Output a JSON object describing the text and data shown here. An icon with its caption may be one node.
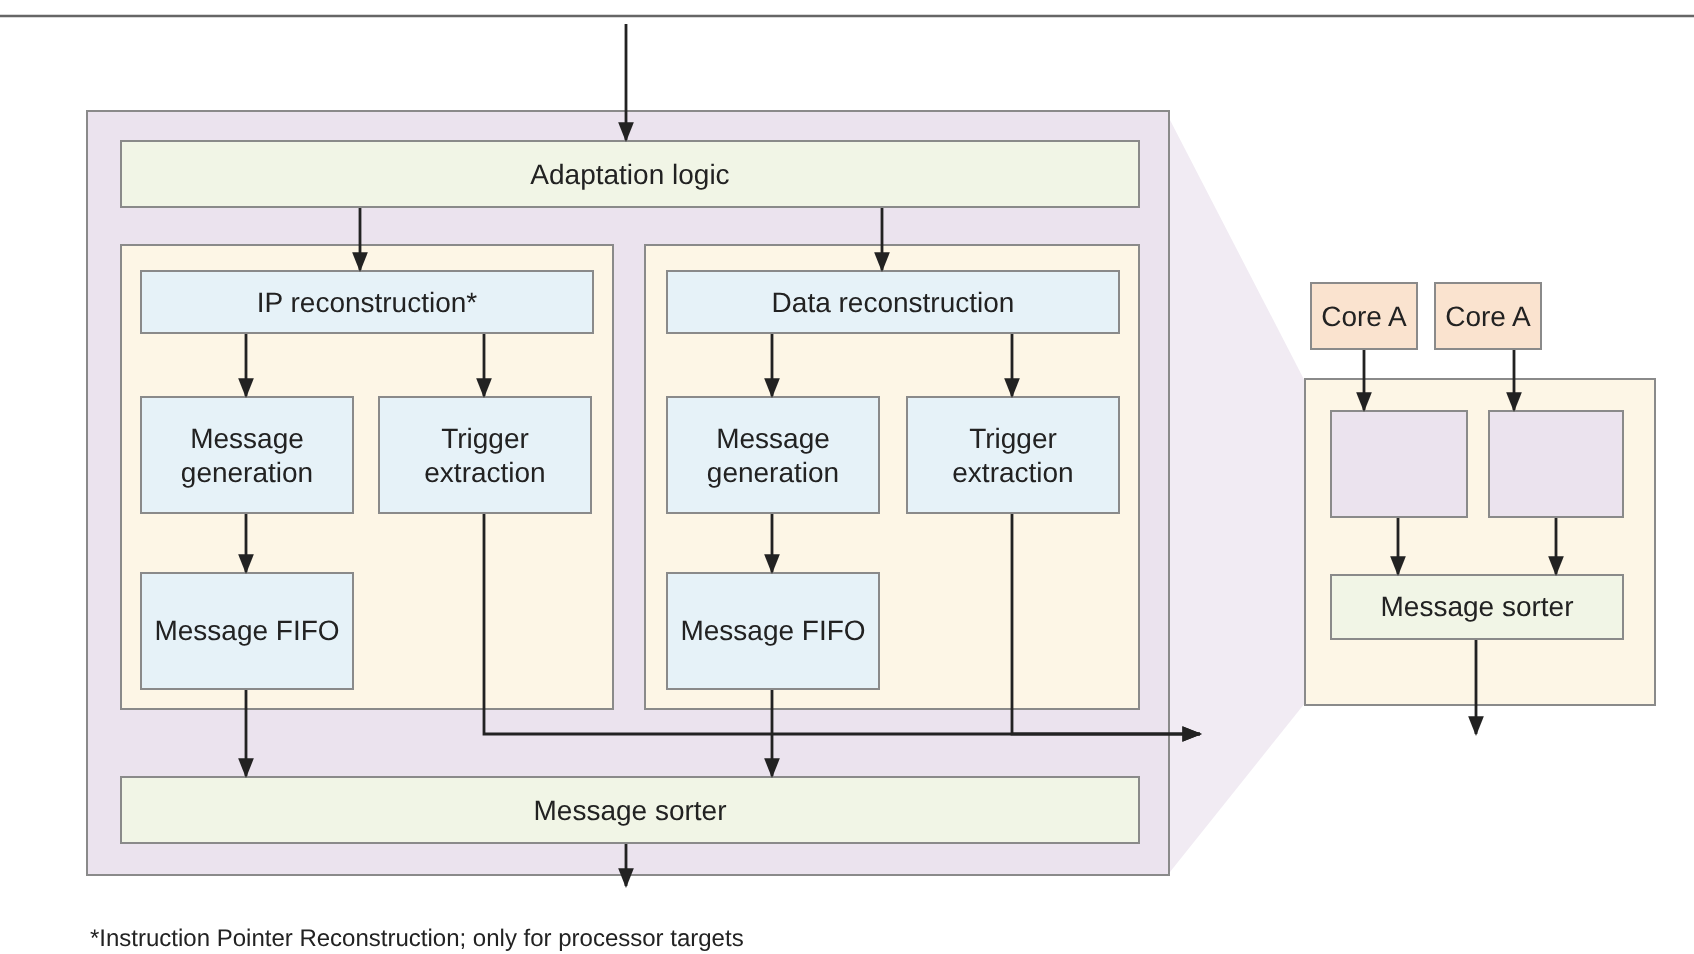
{
  "diagram": {
    "nodes": [
      {
        "text": [],
        "shape": "box"
      },
      {
        "text": [
          "Adaptation logic"
        ],
        "in": 0
      },
      {
        "text": [],
        "shape": "box",
        "in": 0
      },
      {
        "text": [
          "IP reconstruction*"
        ],
        "in": 2
      },
      {
        "text": [
          "Message generation"
        ],
        "in": 2
      },
      {
        "text": [
          "Trigger extraction"
        ],
        "in": 2
      },
      {
        "text": [
          "Message FIFO"
        ],
        "in": 2
      },
      {
        "text": [],
        "shape": "box",
        "in": 0
      },
      {
        "text": [
          "Data reconstruction"
        ],
        "in": 7
      },
      {
        "text": [
          "Message generation"
        ],
        "in": 7
      },
      {
        "text": [
          "Trigger extraction"
        ],
        "in": 7
      },
      {
        "text": [
          "Message FIFO"
        ],
        "in": 7
      },
      {
        "text": [
          "Message sorter"
        ],
        "in": 0
      },
      {
        "text": [
          "Core A"
        ]
      },
      {
        "text": [
          "Core A"
        ]
      },
      {
        "text": [],
        "shape": "box"
      },
      {
        "text": [],
        "shape": "box",
        "in": 15
      },
      {
        "text": [],
        "shape": "box",
        "in": 15
      },
      {
        "text": [
          "Message sorter"
        ],
        "in": 15
      },
      {
        "text": [],
        "shape": "wedge"
      }
    ],
    "edges": [
      {
        "from": null,
        "to": 1,
        "arrow": "to"
      },
      {
        "from": 1,
        "to": 3,
        "arrow": "to"
      },
      {
        "from": 1,
        "to": 8,
        "arrow": "to"
      },
      {
        "from": 3,
        "to": 4,
        "arrow": "to"
      },
      {
        "from": 3,
        "to": 5,
        "arrow": "to"
      },
      {
        "from": 8,
        "to": 9,
        "arrow": "to"
      },
      {
        "from": 8,
        "to": 10,
        "arrow": "to"
      },
      {
        "from": 4,
        "to": 6,
        "arrow": "to"
      },
      {
        "from": 9,
        "to": 11,
        "arrow": "to"
      },
      {
        "from": 6,
        "to": 12,
        "arrow": "to"
      },
      {
        "from": 11,
        "to": 12,
        "arrow": "to"
      },
      {
        "from": 5,
        "to": 19,
        "arrow": "to"
      },
      {
        "from": 10,
        "to": 19,
        "arrow": "to"
      },
      {
        "from": 12,
        "to": null,
        "arrow": "to"
      },
      {
        "from": 13,
        "to": 16,
        "arrow": "to"
      },
      {
        "from": 14,
        "to": 17,
        "arrow": "to"
      },
      {
        "from": 16,
        "to": 18,
        "arrow": "to"
      },
      {
        "from": 17,
        "to": 18,
        "arrow": "to"
      },
      {
        "from": 18,
        "to": null,
        "arrow": "to"
      }
    ],
    "labels": [
      "*Instruction Pointer Reconstruction; only for processor targets"
    ]
  }
}
